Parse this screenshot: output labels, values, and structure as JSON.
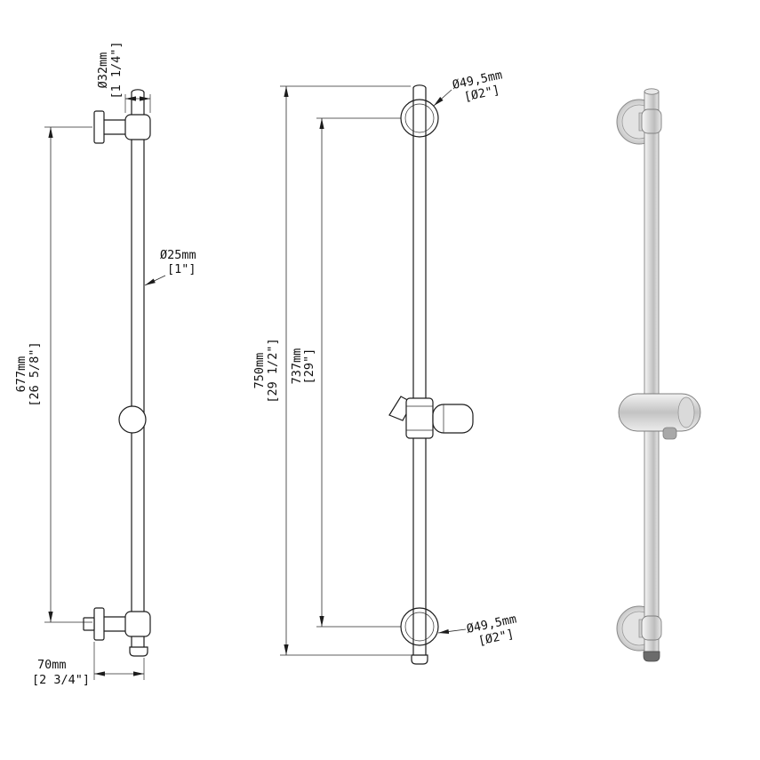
{
  "drawing_title": "shower slide bar technical drawing",
  "line_color": "#1c1c1c",
  "side_view": {
    "flange_dia_mm": "Ø32mm",
    "flange_dia_in": "[1 1/4\"]",
    "bar_dia_mm": "Ø25mm",
    "bar_dia_in": "[1\"]",
    "span_mm": "677mm",
    "span_in": "[26 5/8\"]",
    "offset_mm": "70mm",
    "offset_in": "[2 3/4\"]"
  },
  "front_view": {
    "overall_mm": "750mm",
    "overall_in": "[29 1/2\"]",
    "span_mm": "737mm",
    "span_in": "[29\"]",
    "flange_top_mm": "Ø49,5mm",
    "flange_top_in": "[Ø2\"]",
    "flange_bottom_mm": "Ø49,5mm",
    "flange_bottom_in": "[Ø2\"]"
  }
}
